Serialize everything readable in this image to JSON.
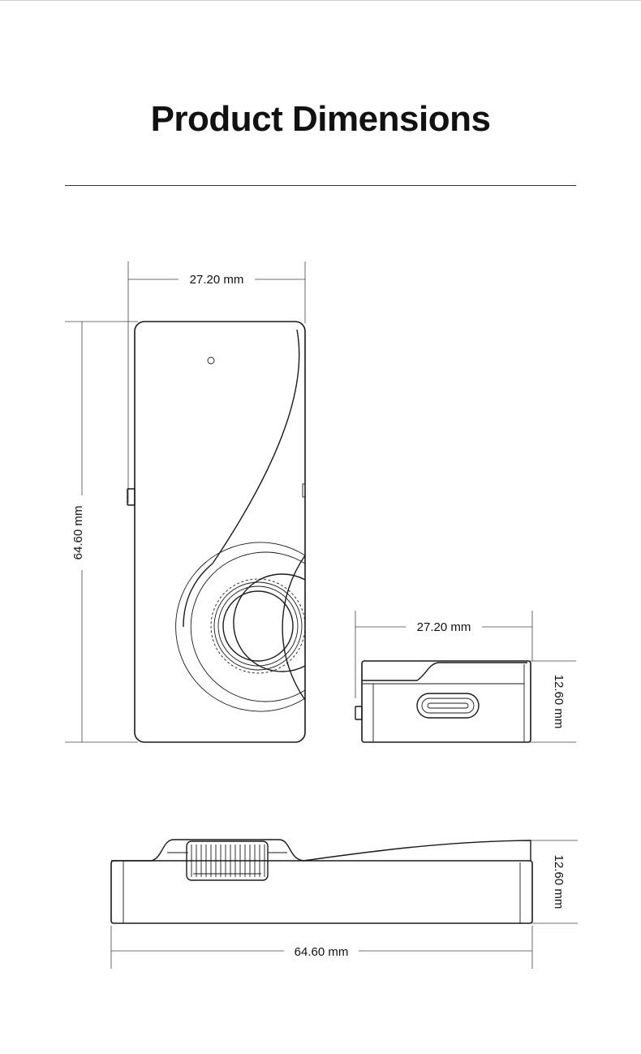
{
  "page": {
    "title": "Product Dimensions"
  },
  "dimensions": {
    "front_width": "27.20 mm",
    "front_height": "64.60 mm",
    "end_width": "27.20 mm",
    "end_height": "12.60 mm",
    "side_height": "12.60 mm",
    "side_length": "64.60 mm"
  },
  "colors": {
    "line": "#1a1a1a",
    "dimension_line": "#444444",
    "background": "#ffffff"
  }
}
